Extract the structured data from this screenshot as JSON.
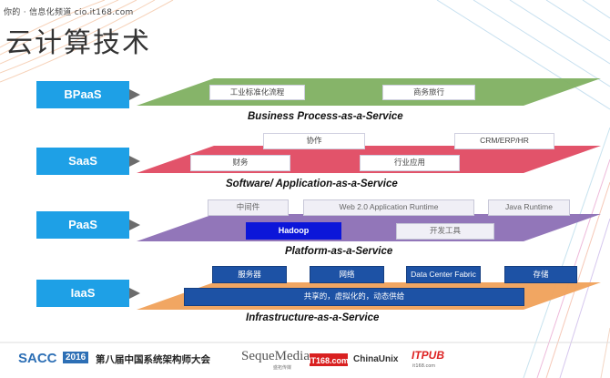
{
  "watermark": "你的 · 信息化频道 cio.it168.com",
  "title": "云计算技术",
  "tiers": [
    {
      "label": "BPaaS",
      "caption": "Business Process-as-a-Service",
      "color": "#7fb061",
      "items": [
        "工业标准化流程",
        "商务旅行"
      ]
    },
    {
      "label": "SaaS",
      "caption": "Software/ Application-as-a-Service",
      "color": "#e04a62",
      "items": [
        "协作",
        "CRM/ERP/HR",
        "财务",
        "行业应用"
      ]
    },
    {
      "label": "PaaS",
      "caption": "Platform-as-a-Service",
      "color": "#8c6fb5",
      "items": [
        "中间件",
        "Web 2.0 Application Runtime",
        "Java Runtime",
        "Hadoop",
        "开发工具"
      ]
    },
    {
      "label": "IaaS",
      "caption": "Infrastructure-as-a-Service",
      "color": "#f0a15a",
      "items": [
        "服务器",
        "网络",
        "Data Center Fabric",
        "存储",
        "共享的，虚拟化的，动态供给"
      ]
    }
  ],
  "footer": {
    "sacc": "SACC",
    "year": "2016",
    "conference": "第八届中国系统架构师大会",
    "sequemedia": "SequeMedia",
    "sequemedia_sub": "盛拓传媒",
    "it168": "IT168.com",
    "chinaunix": "ChinaUnix",
    "itpub": "ITPUB",
    "itpub_sub": "it168.com"
  }
}
